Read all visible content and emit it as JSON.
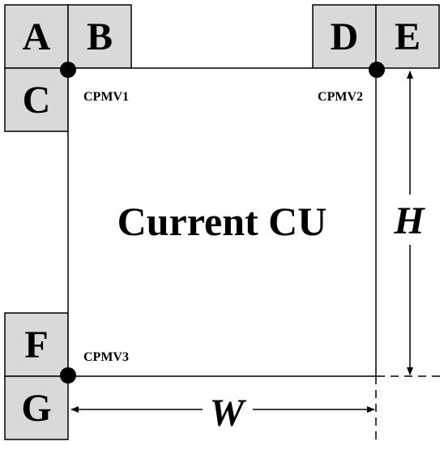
{
  "blocks": {
    "a": "A",
    "b": "B",
    "c": "C",
    "d": "D",
    "e": "E",
    "f": "F",
    "g": "G"
  },
  "cu_label": "Current CU",
  "cpmv": {
    "v1": "CPMV1",
    "v2": "CPMV2",
    "v3": "CPMV3"
  },
  "dimensions": {
    "height": "H",
    "width": "W"
  },
  "colors": {
    "block_fill": "#d9d9d9",
    "stroke": "#000000",
    "background": "#ffffff"
  }
}
